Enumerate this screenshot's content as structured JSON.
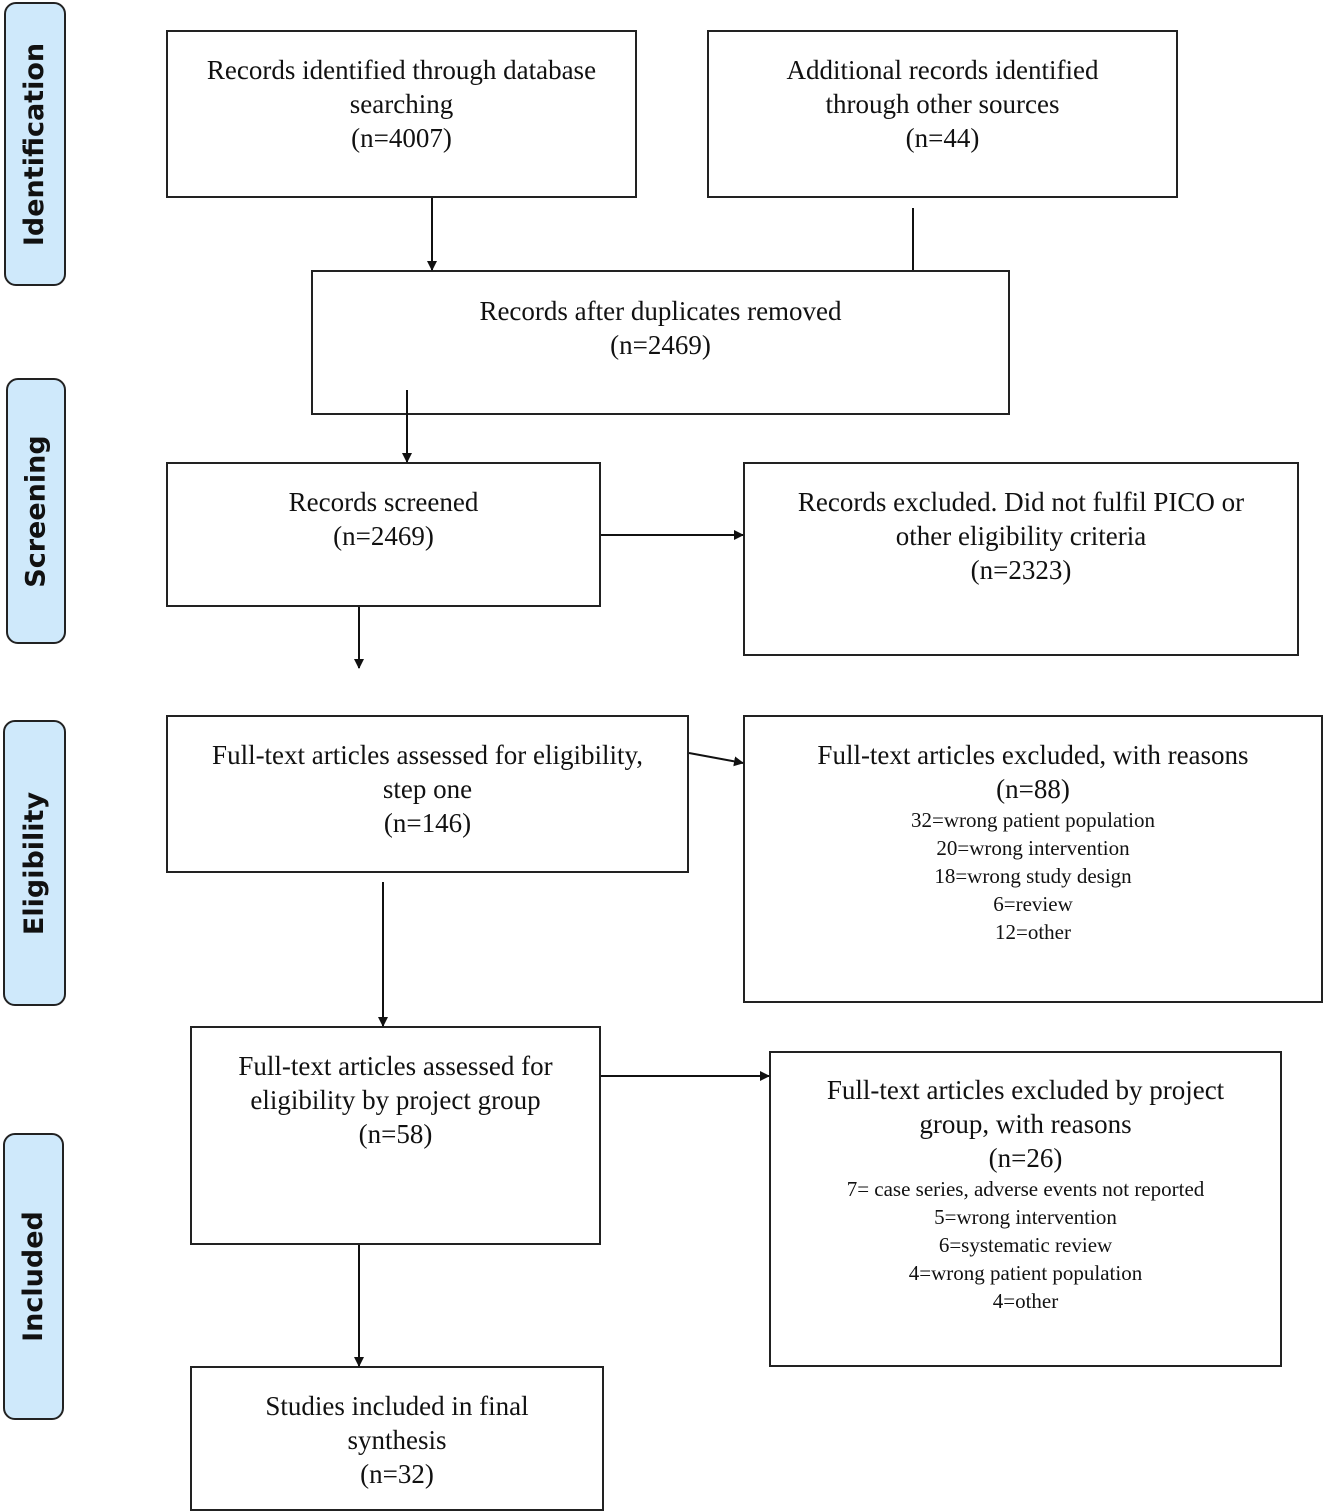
{
  "phases": {
    "identification": "Identification",
    "screening": "Screening",
    "eligibility": "Eligibility",
    "included": "Included"
  },
  "boxes": {
    "database": {
      "line1": "Records identified through database",
      "line2": "searching",
      "line3": "(n=4007)"
    },
    "other_sources": {
      "line1": "Additional records identified",
      "line2": "through other sources",
      "line3": "(n=44)"
    },
    "duplicates_removed": {
      "line1": "Records after duplicates removed",
      "line2": "(n=2469)"
    },
    "screened": {
      "line1": "Records screened",
      "line2": "(n=2469)"
    },
    "excluded_screening": {
      "line1": "Records excluded. Did not fulfil PICO or",
      "line2": "other eligibility criteria",
      "line3": "(n=2323)"
    },
    "fulltext_step_one": {
      "line1": "Full-text articles assessed for eligibility,",
      "line2": "step one",
      "line3": "(n=146)"
    },
    "fulltext_excluded": {
      "line1": "Full-text articles excluded, with reasons",
      "line2": "(n=88)",
      "reasons": [
        "32=wrong patient population",
        "20=wrong intervention",
        "18=wrong study design",
        "6=review",
        "12=other"
      ]
    },
    "project_group": {
      "line1": "Full-text articles assessed for",
      "line2": "eligibility by project group",
      "line3": "(n=58)"
    },
    "project_excluded": {
      "line1": "Full-text articles excluded by project",
      "line2": "group, with reasons",
      "line3": "(n=26)",
      "reasons": [
        "7= case series, adverse events not reported",
        "5=wrong intervention",
        "6=systematic review",
        "4=wrong patient population",
        "4=other"
      ]
    },
    "included_final": {
      "line1": "Studies included in final",
      "line2": "synthesis",
      "line3": "(n=32)"
    }
  }
}
